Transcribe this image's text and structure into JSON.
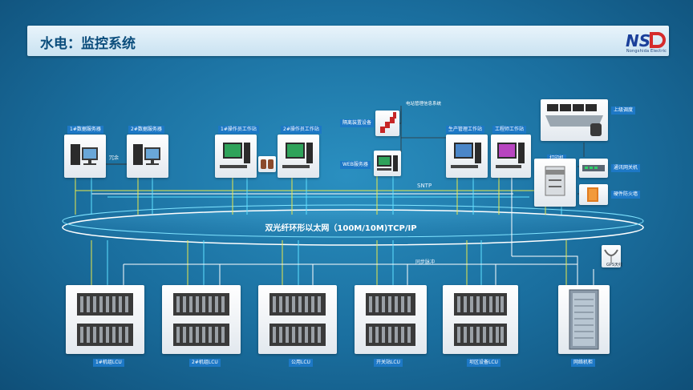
{
  "header": {
    "title": "水电：监控系统",
    "logo_text": "NSD",
    "logo_sub": "Nongshida Electric"
  },
  "nodes": {
    "db_server_1": "1#数据服务器",
    "db_server_2": "2#数据服务器",
    "redundancy": "冗余",
    "operator_1": "1#操作员工作站",
    "operator_2": "2#操作员工作站",
    "mgmt_system": "电站管理信息系统",
    "security_device": "隔离装置设备",
    "web_server": "WEB服务器",
    "production_ws": "生产管理工作站",
    "engineer_ws": "工程师工作站",
    "dispatch": "上级调度",
    "printer": "打印机",
    "comm_switch": "通讯网关机",
    "firewall": "硬件防火墙",
    "sntp": "SNTP",
    "sync_pulse": "同步脉冲",
    "gps": "GPS天线",
    "network": "双光纤环形以太网（100M/10M)TCP/IP"
  },
  "lcus": [
    {
      "label": "1#机组LCU"
    },
    {
      "label": "2#机组LCU"
    },
    {
      "label": "公用LCU"
    },
    {
      "label": "开关站LCU"
    },
    {
      "label": "坝区设备LCU"
    }
  ],
  "cabinet": {
    "label": "网络机柜"
  },
  "colors": {
    "line_yellow": "#e9e84a",
    "line_cyan": "#5fe0ff",
    "line_white": "#ffffff",
    "label_blue": "#1d78c6"
  }
}
